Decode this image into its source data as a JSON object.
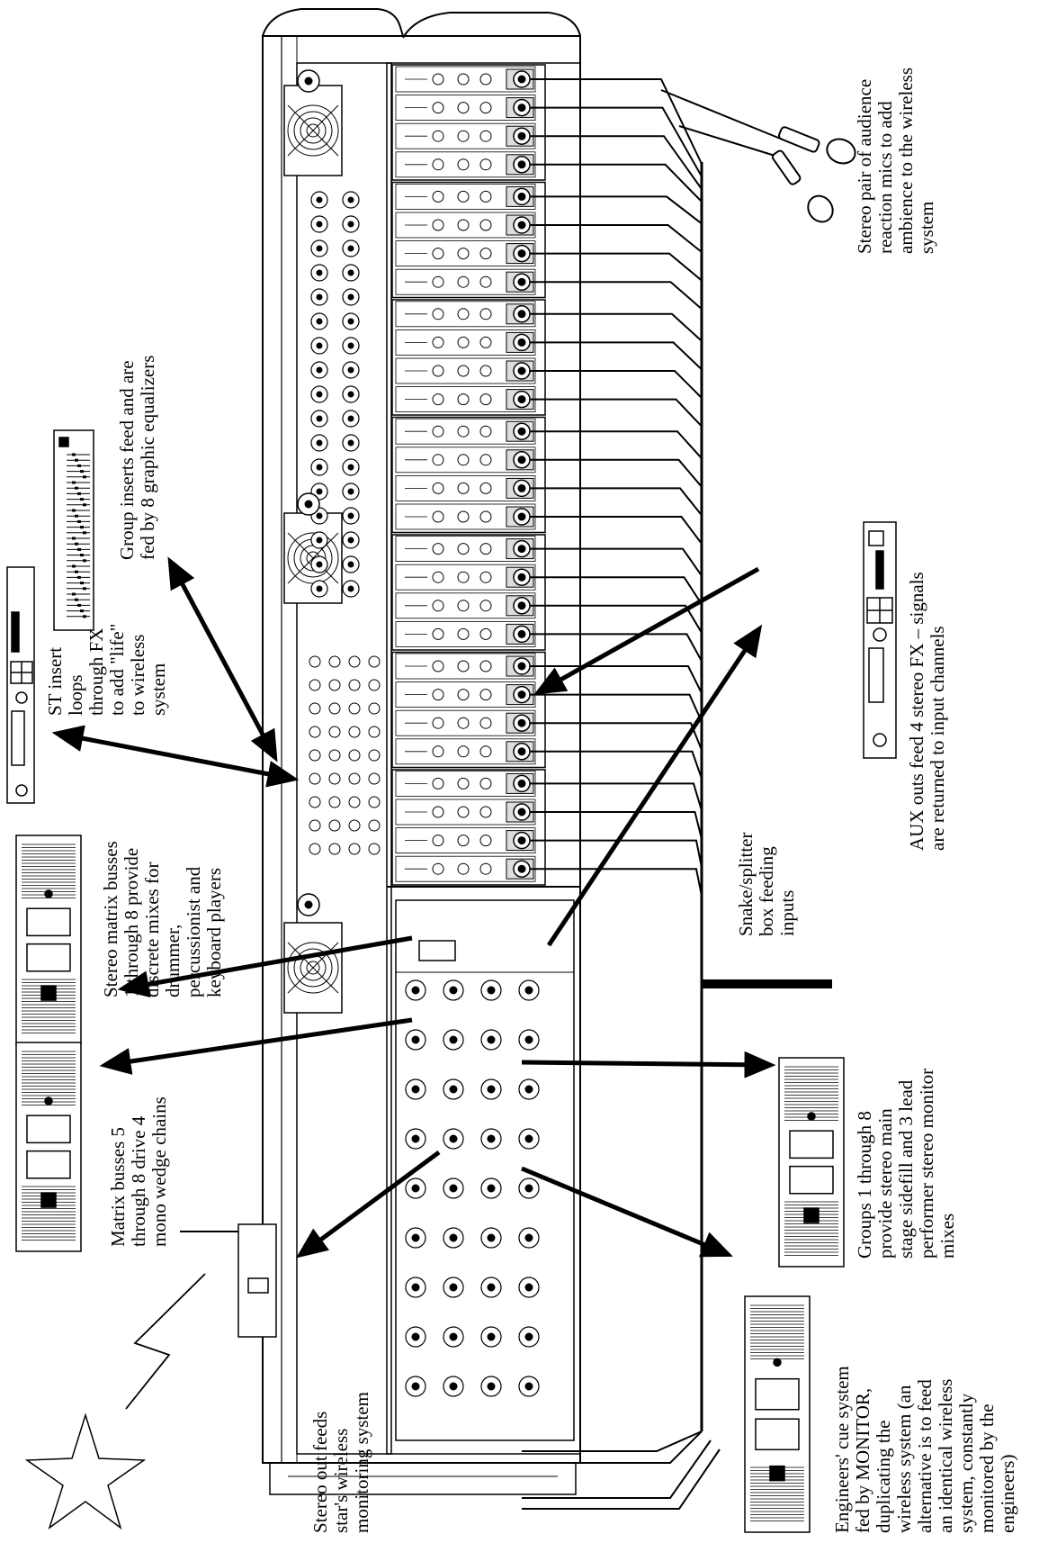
{
  "labels": {
    "stereo_mics": [
      "Stereo pair of audience",
      "reaction mics to add",
      "ambience to the wireless",
      "system"
    ],
    "group_inserts": [
      "Group inserts feed and are",
      "fed by 8 graphic equalizers"
    ],
    "st_insert": [
      "ST insert",
      "loops",
      "through FX",
      "to add \"life\"",
      "to wireless",
      "system"
    ],
    "aux_outs": [
      "AUX outs feed 4 stereo FX – signals",
      "are returned to input channels"
    ],
    "stereo_matrix": [
      "Stereo matrix busses",
      "1 through 8 provide",
      "discrete mixes for",
      "drummer,",
      "percussionist and",
      "keyboard players"
    ],
    "snake": [
      "Snake/splitter",
      "box feeding",
      "inputs"
    ],
    "matrix_5_8": [
      "Matrix busses 5",
      "through 8 drive 4",
      "mono wedge chains"
    ],
    "groups_1_8": [
      "Groups 1 through 8",
      "provide stereo main",
      "stage sidefill and 3 lead",
      "performer stereo monitor",
      "mixes"
    ],
    "stereo_out": [
      "Stereo out feeds",
      "star's wireless",
      "monitoring system"
    ],
    "engineers_cue": [
      "Engineers' cue system",
      "fed by MONITOR,",
      "duplicating the",
      "wireless system (an",
      "alternative is to feed",
      "an identical wireless",
      "system, constantly",
      "monitored by the",
      "engineers)"
    ]
  },
  "colors": {
    "ink": "#000000",
    "paper": "#ffffff",
    "panel": "#f4f4f4"
  },
  "icons": [
    "mixing-console",
    "microphone-icon",
    "graphic-eq-rack-icon",
    "fx-processor-rack-icon",
    "power-amplifier-rack-icon",
    "wireless-transmitter-icon",
    "star-performer-icon"
  ]
}
